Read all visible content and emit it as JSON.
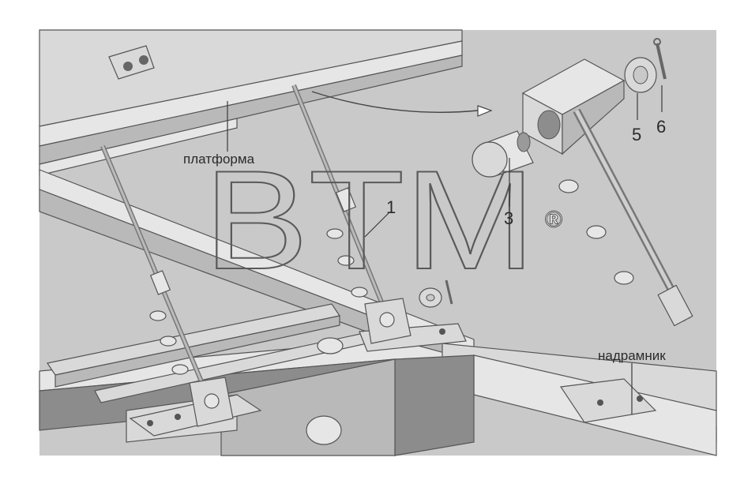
{
  "labels": {
    "platform": "платформа",
    "subframe": "надрамник",
    "callout_1": "1",
    "callout_3": "3",
    "callout_5": "5",
    "callout_6": "6"
  },
  "watermark": {
    "text": "BTM",
    "registered_mark": "®"
  },
  "colors": {
    "background": "#ffffff",
    "drawing_background": "#c7c7c7",
    "metal_light": "#d9d9d9",
    "metal_dark": "#8c8c8c"
  }
}
